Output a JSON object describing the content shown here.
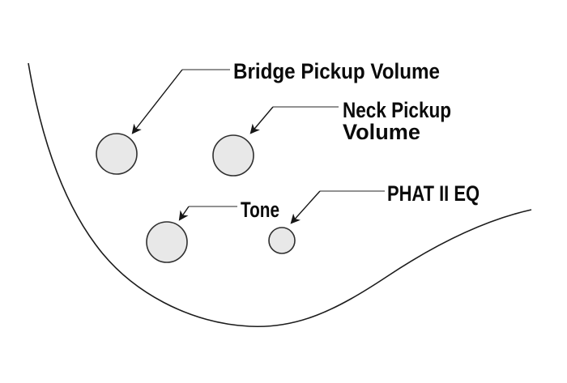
{
  "diagram": {
    "kind": "instrument-control-layout-callout",
    "labels": {
      "bridge": "Bridge Pickup Volume",
      "neck_line1": "Neck Pickup",
      "neck_line2": "Volume",
      "tone": "Tone",
      "phat": "PHAT II EQ"
    },
    "knobs": {
      "bridge": "Bridge Pickup Volume knob",
      "neck": "Neck Pickup Volume knob",
      "tone": "Tone knob",
      "phat": "PHAT II EQ knob"
    },
    "colors": {
      "background": "#ffffff",
      "knob_fill": "#e8e8e8",
      "knob_stroke": "#2e2e2e",
      "leader_line": "#6e6e6e",
      "arrow": "#171717",
      "text": "#0a0a0a",
      "body_outline": "#1c1c1c"
    }
  }
}
